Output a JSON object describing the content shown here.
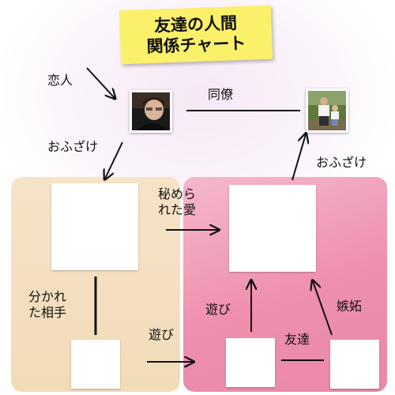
{
  "title": {
    "line1": "友達の人間",
    "line2": "関係チャート"
  },
  "labels": {
    "lovers": "恋人",
    "colleague": "同僚",
    "joking_left": "おふざけ",
    "joking_right": "おふざけ",
    "secret_love_line1": "秘めら",
    "secret_love_line2": "れた愛",
    "ex_partner_line1": "分かれ",
    "ex_partner_line2": "た相手",
    "play_bottom": "遊び",
    "play_right": "遊び",
    "friends": "友達",
    "jealousy": "嫉妬"
  },
  "colors": {
    "title_bg": "#fbf06a",
    "left_panel": "#f3dfc0",
    "right_panel": "#ee94b2",
    "arrow": "#111111"
  }
}
